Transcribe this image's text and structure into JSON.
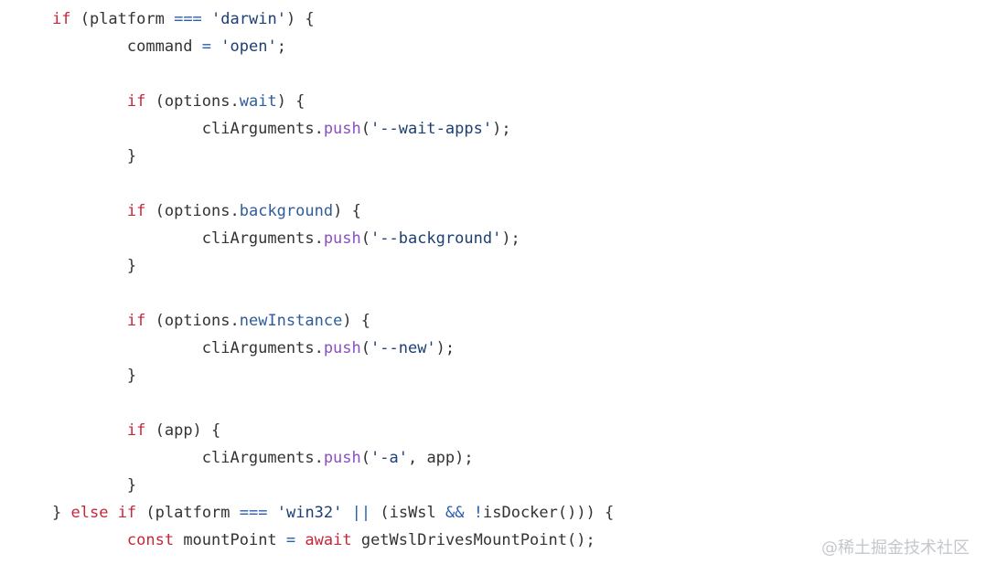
{
  "colors": {
    "background": "#ffffff",
    "keyword": "#c4283a",
    "operator": "#2a5db0",
    "string": "#1d3f73",
    "property": "#2f5c9a",
    "method": "#8a4fc4",
    "plain": "#333333",
    "watermark": "#c4c7cc"
  },
  "code": {
    "lines": [
      [
        [
          "keyword",
          "if"
        ],
        [
          "plain",
          " (platform "
        ],
        [
          "operator",
          "==="
        ],
        [
          "plain",
          " "
        ],
        [
          "string",
          "'darwin'"
        ],
        [
          "plain",
          ") {"
        ]
      ],
      [
        [
          "plain",
          "        command "
        ],
        [
          "operator",
          "="
        ],
        [
          "plain",
          " "
        ],
        [
          "string",
          "'open'"
        ],
        [
          "plain",
          ";"
        ]
      ],
      [],
      [
        [
          "plain",
          "        "
        ],
        [
          "keyword",
          "if"
        ],
        [
          "plain",
          " (options."
        ],
        [
          "property",
          "wait"
        ],
        [
          "plain",
          ") {"
        ]
      ],
      [
        [
          "plain",
          "                cliArguments."
        ],
        [
          "method",
          "push"
        ],
        [
          "plain",
          "("
        ],
        [
          "string",
          "'--wait-apps'"
        ],
        [
          "plain",
          ");"
        ]
      ],
      [
        [
          "plain",
          "        }"
        ]
      ],
      [],
      [
        [
          "plain",
          "        "
        ],
        [
          "keyword",
          "if"
        ],
        [
          "plain",
          " (options."
        ],
        [
          "property",
          "background"
        ],
        [
          "plain",
          ") {"
        ]
      ],
      [
        [
          "plain",
          "                cliArguments."
        ],
        [
          "method",
          "push"
        ],
        [
          "plain",
          "("
        ],
        [
          "string",
          "'--background'"
        ],
        [
          "plain",
          ");"
        ]
      ],
      [
        [
          "plain",
          "        }"
        ]
      ],
      [],
      [
        [
          "plain",
          "        "
        ],
        [
          "keyword",
          "if"
        ],
        [
          "plain",
          " (options."
        ],
        [
          "property",
          "newInstance"
        ],
        [
          "plain",
          ") {"
        ]
      ],
      [
        [
          "plain",
          "                cliArguments."
        ],
        [
          "method",
          "push"
        ],
        [
          "plain",
          "("
        ],
        [
          "string",
          "'--new'"
        ],
        [
          "plain",
          ");"
        ]
      ],
      [
        [
          "plain",
          "        }"
        ]
      ],
      [],
      [
        [
          "plain",
          "        "
        ],
        [
          "keyword",
          "if"
        ],
        [
          "plain",
          " (app) {"
        ]
      ],
      [
        [
          "plain",
          "                cliArguments."
        ],
        [
          "method",
          "push"
        ],
        [
          "plain",
          "("
        ],
        [
          "string",
          "'-a'"
        ],
        [
          "plain",
          ", app);"
        ]
      ],
      [
        [
          "plain",
          "        }"
        ]
      ],
      [
        [
          "plain",
          "} "
        ],
        [
          "keyword",
          "else"
        ],
        [
          "plain",
          " "
        ],
        [
          "keyword",
          "if"
        ],
        [
          "plain",
          " (platform "
        ],
        [
          "operator",
          "==="
        ],
        [
          "plain",
          " "
        ],
        [
          "string",
          "'win32'"
        ],
        [
          "plain",
          " "
        ],
        [
          "operator",
          "||"
        ],
        [
          "plain",
          " (isWsl "
        ],
        [
          "operator",
          "&&"
        ],
        [
          "plain",
          " "
        ],
        [
          "operator",
          "!"
        ],
        [
          "plain",
          "isDocker())) {"
        ]
      ],
      [
        [
          "plain",
          "        "
        ],
        [
          "keyword",
          "const"
        ],
        [
          "plain",
          " mountPoint "
        ],
        [
          "operator",
          "="
        ],
        [
          "plain",
          " "
        ],
        [
          "keyword",
          "await"
        ],
        [
          "plain",
          " getWslDrivesMountPoint();"
        ]
      ]
    ]
  },
  "watermark": {
    "text": "@稀土掘金技术社区"
  }
}
